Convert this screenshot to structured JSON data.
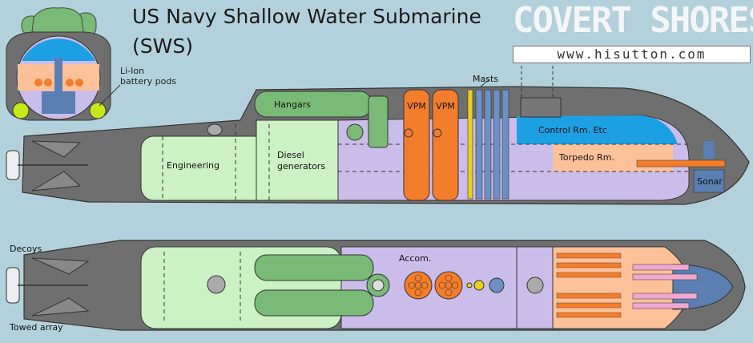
{
  "title": {
    "line1": "US Navy Shallow Water Submarine",
    "line2": "(SWS)"
  },
  "brand": {
    "name": "COVERT SHORES",
    "url": "www.hisutton.com"
  },
  "labels": {
    "battery": [
      "Li-Ion",
      "battery pods"
    ],
    "hangars": "Hangars",
    "vpm": "VPM",
    "masts": "Masts",
    "control": "Control Rm. Etc",
    "torpedo": "Torpedo Rm.",
    "engineering": "Engineering",
    "diesel": [
      "Diesel",
      "generators"
    ],
    "sonar": "Sonar",
    "accom": "Accom.",
    "decoys": "Decoys",
    "towed": "Towed array"
  },
  "colors": {
    "background": "#b3d1dd",
    "hull": "#6f6f6f",
    "engineering": "#ccf1c4",
    "green_tanks": "#7aba77",
    "accommodation": "#cbbde9",
    "vpm": "#f47d2b",
    "control": "#1da0e3",
    "torpedo": "#fdc199",
    "sonar": "#5b7fb3",
    "masts": "#6d8fc4",
    "weapons_pink": "#f0a8d0"
  }
}
